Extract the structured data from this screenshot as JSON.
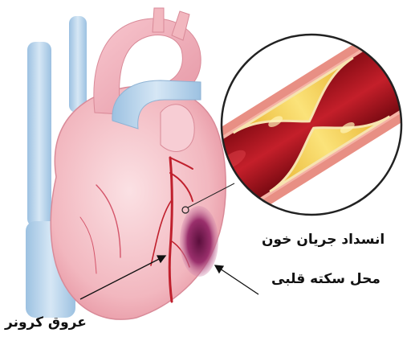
{
  "labels": {
    "blood_flow_blockage": "انسداد جریان خون",
    "heart_attack_site": "محل سکته قلبی",
    "coronary_arteries": "عروق کرونر"
  },
  "colors": {
    "vessel_blue": "#b7d3ea",
    "heart_pink": "#f2b7bf",
    "artery_red": "#c0202d",
    "infarct_purple": "#7b1f55",
    "plaque_yellow": "#f2cd3a",
    "callout_circle": "#222222"
  }
}
